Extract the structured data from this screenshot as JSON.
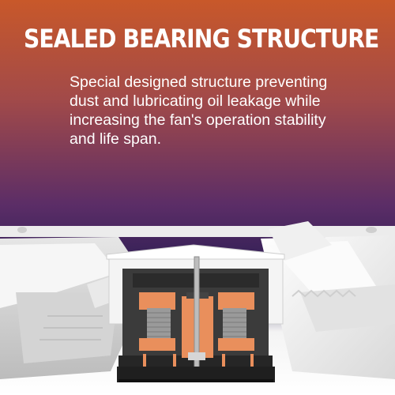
{
  "headline": "SEALED BEARING STRUCTURE",
  "description_lines": [
    "Special designed structure preventing",
    "dust and lubricating oil leakage while",
    "increasing the fan's operation stability",
    "and life span."
  ],
  "illustration": {
    "icon": "fan-bearing-cross-section-icon",
    "colors": {
      "blade": "#f2f2f2",
      "housing": "#3a3a3a",
      "copper_coil": "#e98f5c",
      "shaft": "#b9b9b9"
    }
  }
}
